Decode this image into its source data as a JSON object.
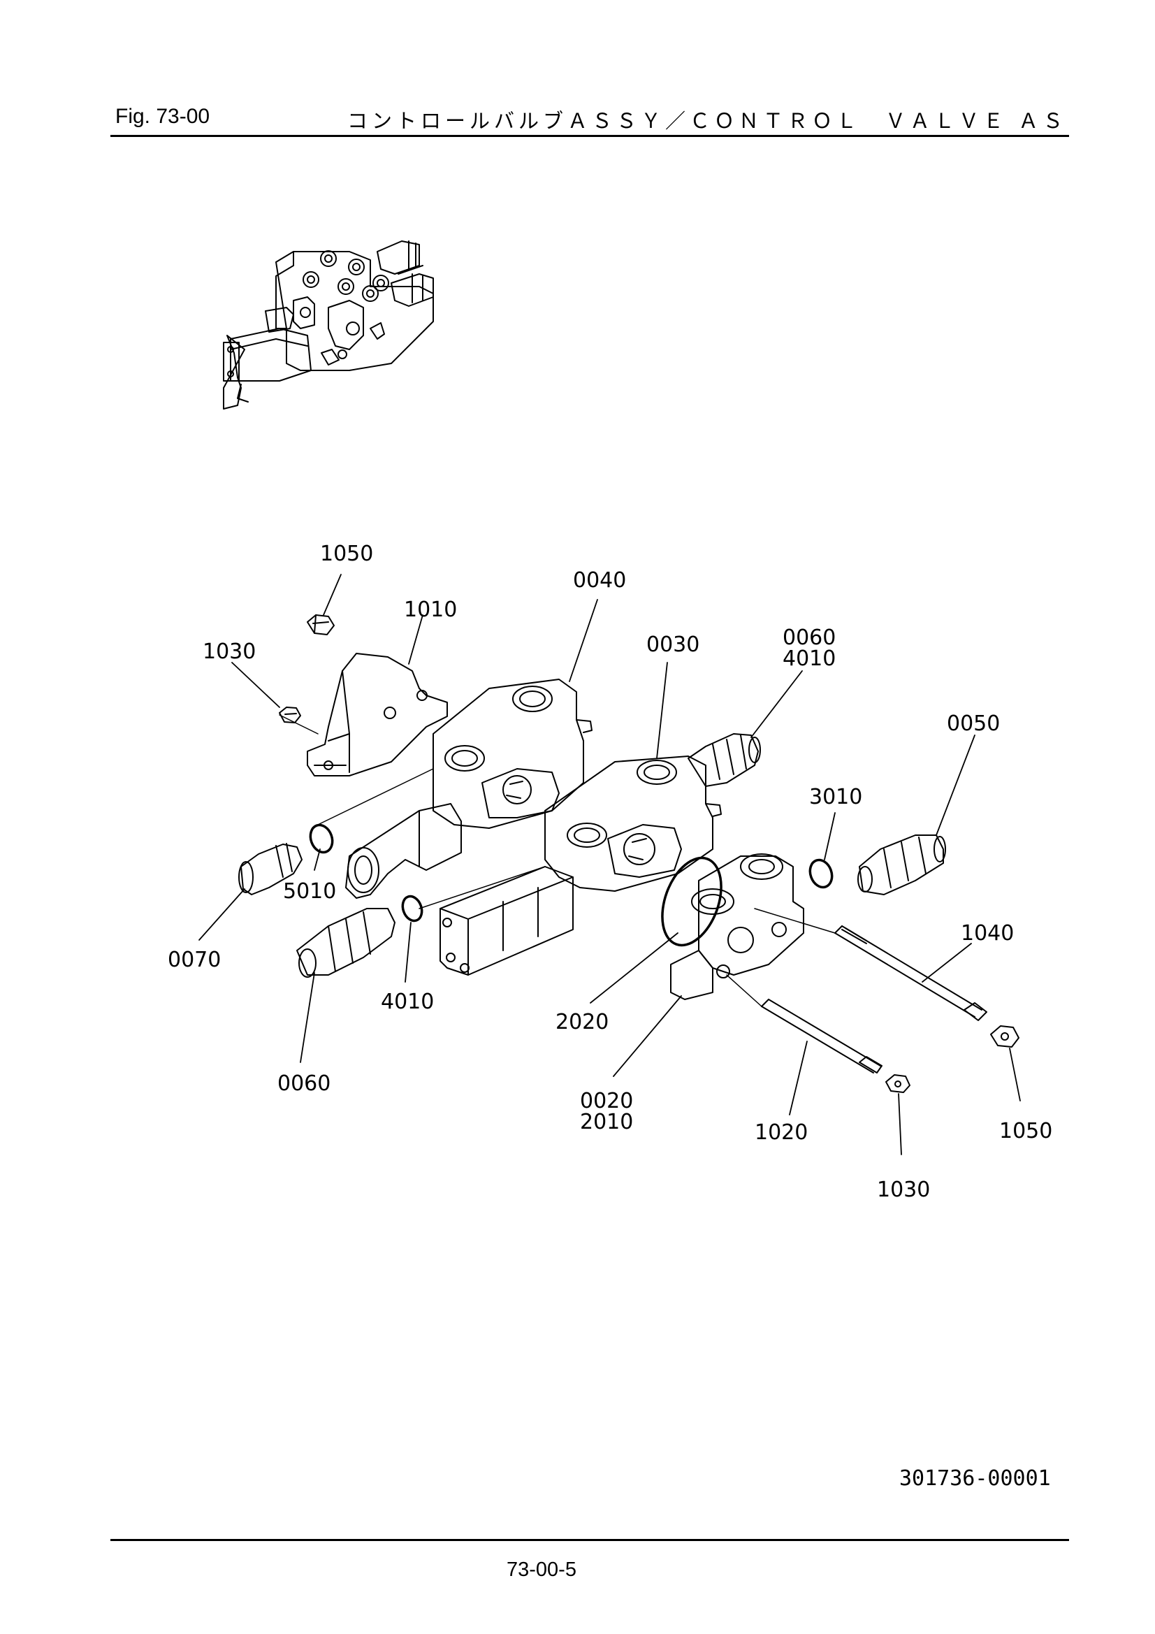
{
  "header": {
    "fig_number": "Fig. 73-00",
    "title": "コントロールバルブＡＳＳＹ／ＣＯＮＴＲＯＬ　ＶＡＬＶＥ ＡＳ"
  },
  "parts": [
    {
      "id": "p1050a",
      "label": "1050"
    },
    {
      "id": "p1010",
      "label": "1010"
    },
    {
      "id": "p1030a",
      "label": "1030"
    },
    {
      "id": "p0040",
      "label": "0040"
    },
    {
      "id": "p0030",
      "label": "0030"
    },
    {
      "id": "p0060a",
      "label": "0060"
    },
    {
      "id": "p4010a",
      "label": "4010"
    },
    {
      "id": "p0050",
      "label": "0050"
    },
    {
      "id": "p3010",
      "label": "3010"
    },
    {
      "id": "p5010",
      "label": "5010"
    },
    {
      "id": "p0070",
      "label": "0070"
    },
    {
      "id": "p4010b",
      "label": "4010"
    },
    {
      "id": "p0060b",
      "label": "0060"
    },
    {
      "id": "p2020",
      "label": "2020"
    },
    {
      "id": "p1040",
      "label": "1040"
    },
    {
      "id": "p0020",
      "label": "0020"
    },
    {
      "id": "p2010",
      "label": "2010"
    },
    {
      "id": "p1020",
      "label": "1020"
    },
    {
      "id": "p1050b",
      "label": "1050"
    },
    {
      "id": "p1030b",
      "label": "1030"
    }
  ],
  "footer": {
    "drawing_code": "301736-00001",
    "page_number": "73-00-5"
  }
}
